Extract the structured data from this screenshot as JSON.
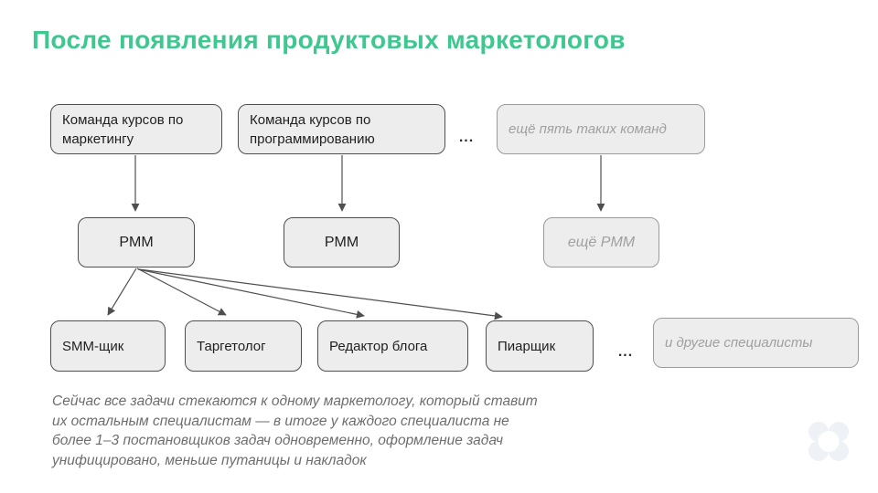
{
  "title": "После появления продуктовых маркетологов",
  "colors": {
    "accent_green": "#3EC88F",
    "box_fill": "#EDEDED",
    "box_border_dark": "#4F4F4F",
    "box_border_muted": "#9B9B9B",
    "muted_text": "#A0A0A0",
    "note_text": "#6E6E6E",
    "arrow": "#4F4F4F",
    "logo_circle": "#EEF1F5"
  },
  "diagram": {
    "top_row": [
      {
        "label": "Команда курсов по маркетингу"
      },
      {
        "label": "Команда курсов по программированию"
      },
      {
        "label": "ещё пять таких команд"
      }
    ],
    "top_ellipsis": "...",
    "middle_row": [
      {
        "label": "PMM"
      },
      {
        "label": "PMM"
      },
      {
        "label": "ещё PMM"
      }
    ],
    "bottom_row": [
      {
        "label": "SMM-щик"
      },
      {
        "label": "Таргетолог"
      },
      {
        "label": "Редактор блога"
      },
      {
        "label": "Пиарщик"
      },
      {
        "label": "и другие специалисты"
      }
    ],
    "bottom_ellipsis": "..."
  },
  "note": {
    "lines": [
      "Сейчас все задачи стекаются к одному маркетологу, который ставит",
      "их остальным специалистам — в итоге у каждого специалиста не",
      "более 1–3 постановщиков задач одновременно, оформление задач",
      "унифицировано, меньше путаницы и накладок"
    ]
  }
}
